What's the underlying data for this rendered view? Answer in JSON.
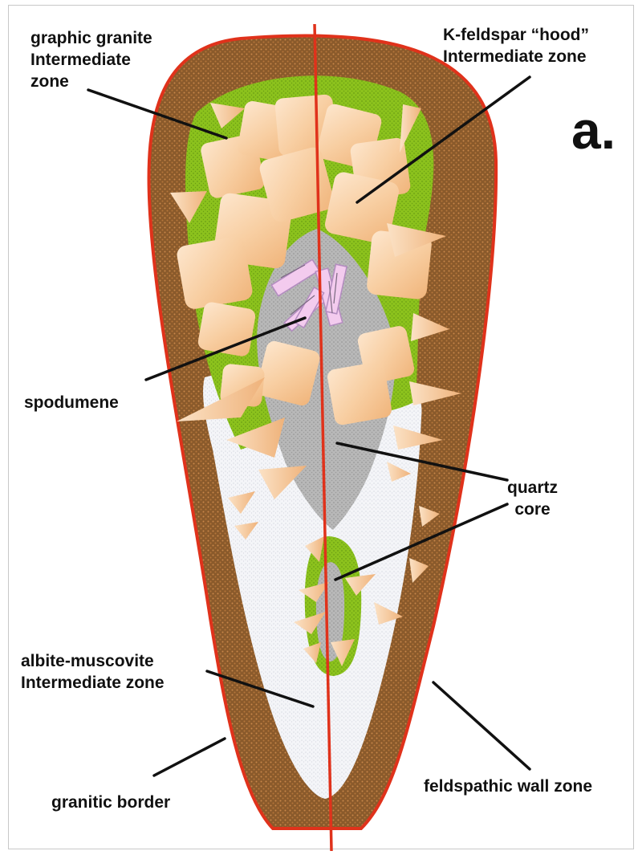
{
  "panel_label": "a.",
  "labels": {
    "graphic_granite": [
      "graphic granite",
      "Intermediate",
      "zone"
    ],
    "k_feldspar_hood": [
      "K-feldspar “hood”",
      "Intermediate zone"
    ],
    "spodumene": [
      "spodumene"
    ],
    "quartz_core": [
      "quartz",
      "core"
    ],
    "albite_muscovite": [
      "albite-muscovite",
      "Intermediate zone"
    ],
    "granitic_border": [
      "granitic border"
    ],
    "feldspathic_wall": [
      "feldspathic wall zone"
    ]
  },
  "colors": {
    "border_outline": "#e0321b",
    "wall_zone": "#8a5a2b",
    "graphic_granite_zone": "#8cc21d",
    "albite_muscovite_zone": "#eef0f4",
    "quartz_core": "#b3b3b3",
    "k_feldspar": "#f6c99a",
    "spodumene": "#f2c8f0",
    "axis_line": "#e0321b",
    "leader_line": "#111111"
  }
}
